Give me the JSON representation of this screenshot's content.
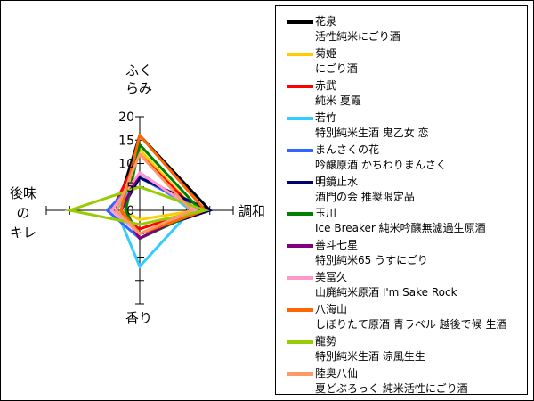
{
  "chart_data": {
    "type": "radar",
    "title": "",
    "axes": [
      "ふくらみ",
      "調和",
      "香り",
      "後味のキレ"
    ],
    "axis_display": {
      "top": [
        "ふく",
        "らみ"
      ],
      "right": [
        "調和"
      ],
      "bottom": [
        "香り"
      ],
      "left": [
        "後味",
        "の",
        "キレ"
      ]
    },
    "scale": {
      "min": 0,
      "max": 20,
      "ticks": [
        20,
        15,
        10,
        5,
        0
      ]
    },
    "series": [
      {
        "name": "花泉",
        "product": "活性純米にごり酒",
        "color": "#000000",
        "values": [
          16,
          15,
          5,
          5
        ]
      },
      {
        "name": "菊姫",
        "product": "にごり酒",
        "color": "#ffcc00",
        "values": [
          13,
          12,
          2,
          4
        ]
      },
      {
        "name": "赤武",
        "product": "純米 夏霞",
        "color": "#ff0000",
        "values": [
          12,
          12,
          4,
          6
        ]
      },
      {
        "name": "若竹",
        "product": "特別純米生酒 鬼乙女 恋",
        "color": "#33ccff",
        "values": [
          8,
          11,
          12,
          5
        ]
      },
      {
        "name": "まんさくの花",
        "product": "吟醸原酒 かちわりまんさく",
        "color": "#3366ff",
        "values": [
          7,
          13,
          6,
          7
        ]
      },
      {
        "name": "明鏡止水",
        "product": "酒門の会 推奨限定品",
        "color": "#000066",
        "values": [
          7,
          15,
          5,
          4
        ]
      },
      {
        "name": "玉川",
        "product": "Ice Breaker 純米吟醸無濾過生原酒",
        "color": "#008000",
        "values": [
          14,
          13,
          6,
          3
        ]
      },
      {
        "name": "善斗七星",
        "product": "特別純米65 うすにごり",
        "color": "#800080",
        "values": [
          8,
          12,
          6,
          4
        ]
      },
      {
        "name": "美冨久",
        "product": "山廃純米原酒 I'm Sake Rock",
        "color": "#ff99cc",
        "values": [
          8,
          12,
          5,
          6
        ]
      },
      {
        "name": "八海山",
        "product": "しぼりたて原酒 青ラベル 越後で候 生酒",
        "color": "#ff6600",
        "values": [
          16,
          14,
          5,
          4
        ]
      },
      {
        "name": "龍勢",
        "product": "特別純米生酒 涼風生生",
        "color": "#99cc00",
        "values": [
          5,
          14,
          3,
          15
        ]
      },
      {
        "name": "陸奥八仙",
        "product": "夏どぶろっく 純米活性にごり酒",
        "color": "#ff9966",
        "values": [
          12,
          11,
          5,
          5
        ]
      }
    ]
  }
}
